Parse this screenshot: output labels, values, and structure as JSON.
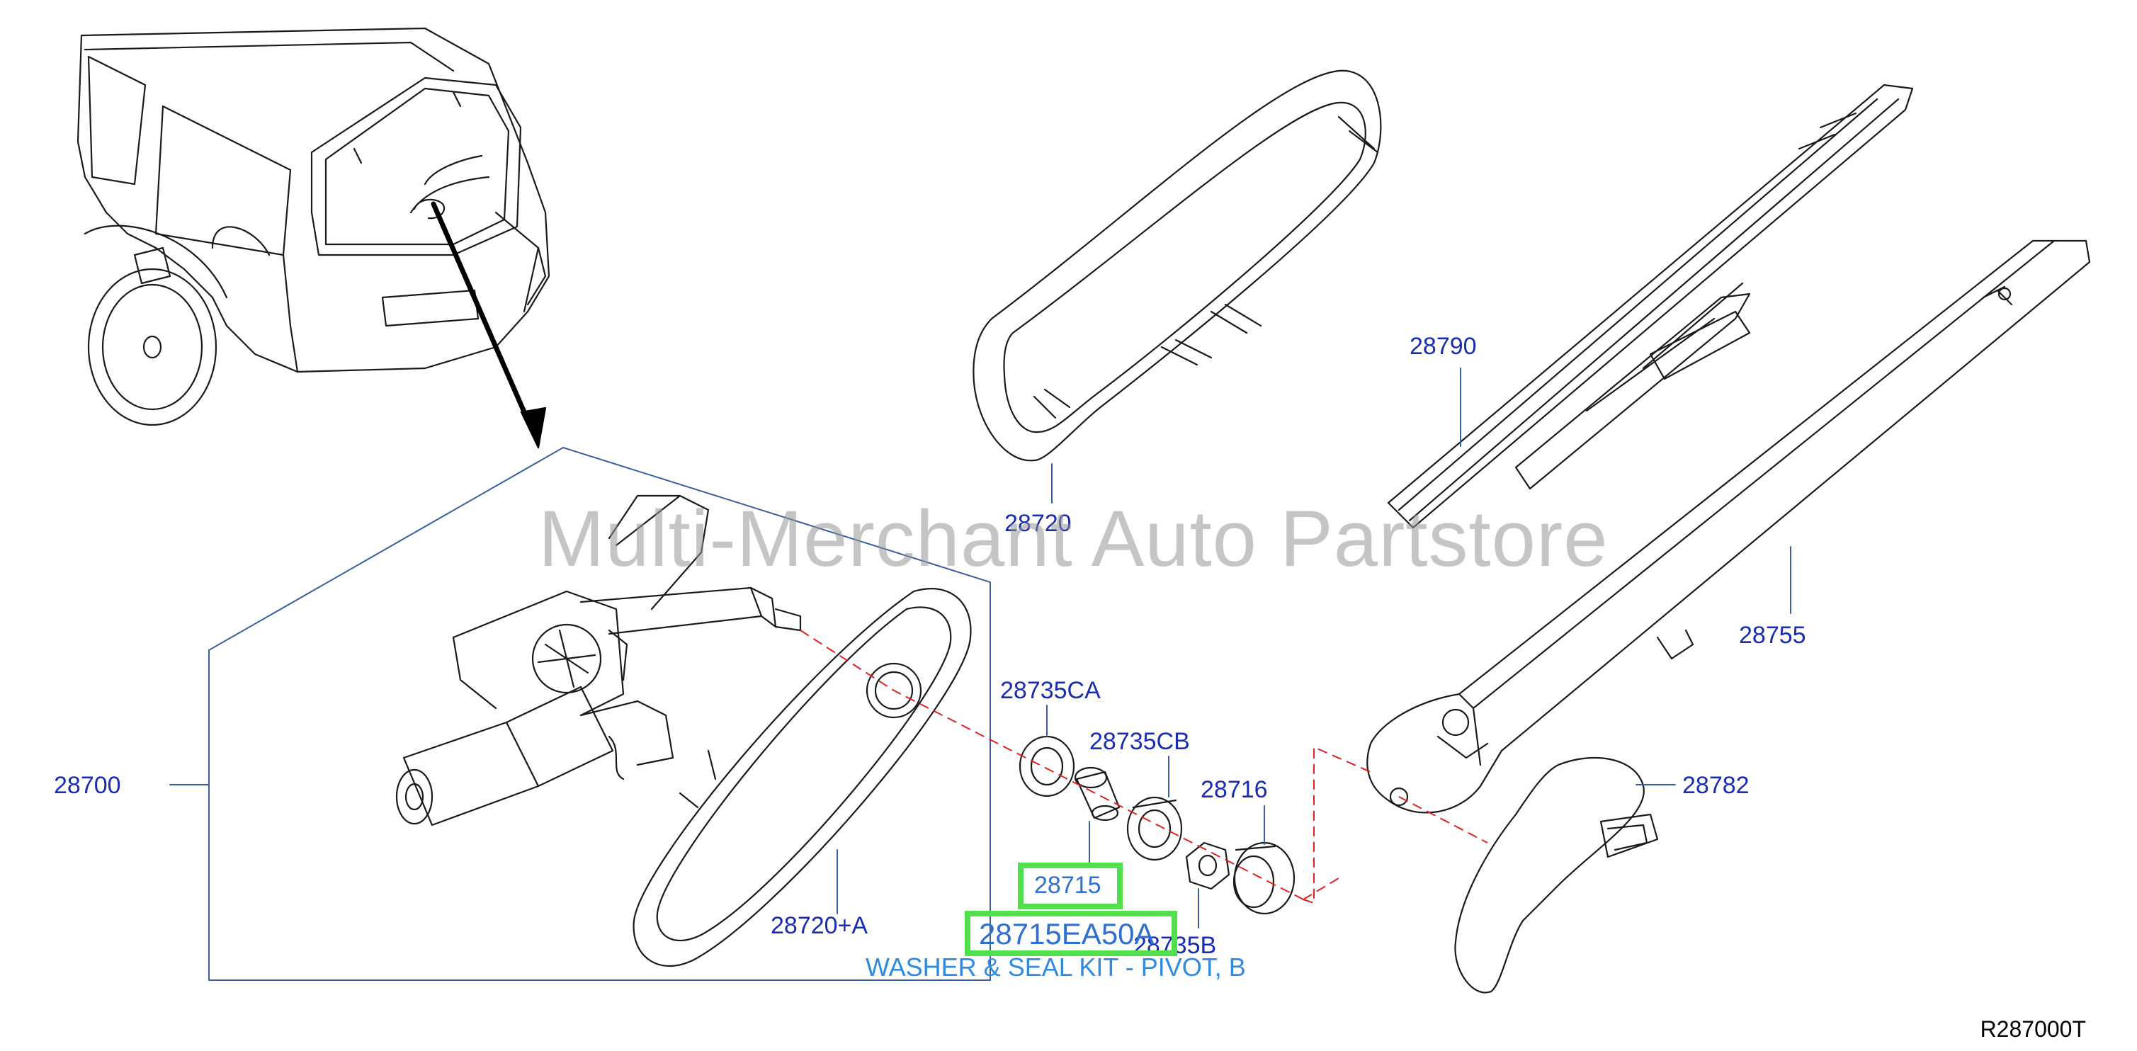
{
  "diagram": {
    "part_labels": [
      {
        "id": "28790",
        "text": "28790"
      },
      {
        "id": "28720",
        "text": "28720"
      },
      {
        "id": "28755",
        "text": "28755"
      },
      {
        "id": "28700",
        "text": "28700"
      },
      {
        "id": "28735CA",
        "text": "28735CA"
      },
      {
        "id": "28735CB",
        "text": "28735CB"
      },
      {
        "id": "28716",
        "text": "28716"
      },
      {
        "id": "28782",
        "text": "28782"
      },
      {
        "id": "28720A",
        "text": "28720+A"
      },
      {
        "id": "28735B",
        "text": "28735B"
      }
    ],
    "highlighted": {
      "part_number": "28715",
      "full_part_number": "28715EA50A",
      "description": "WASHER & SEAL KIT - PIVOT, B"
    },
    "watermark": "Multi-Merchant Auto Partstore",
    "reference_code": "R287000T",
    "colors": {
      "label": "#1a2cb0",
      "highlight_border": "#4fe04b",
      "highlight_text": "#2f6fd0",
      "caption": "#2f8ae0",
      "leader_red": "#e02020",
      "frame_blue": "#3a5fa0"
    }
  }
}
